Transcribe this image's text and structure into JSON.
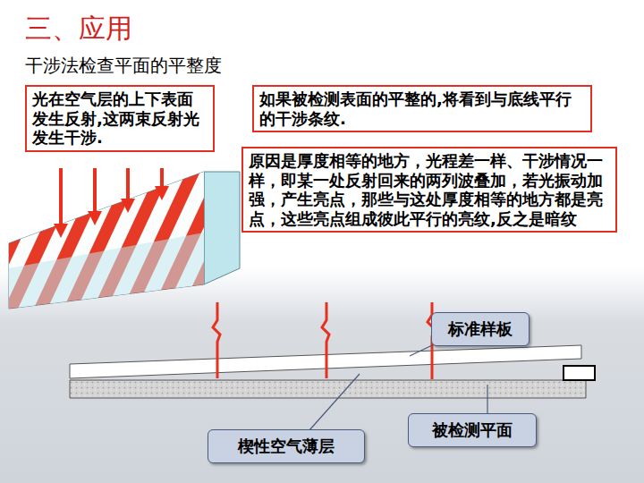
{
  "diagram": {
    "title": "三、应用",
    "nodes": [
      {
        "text": [
          "光在空气层的上下表面发生反射,这两束反射光发生干涉."
        ]
      },
      {
        "text": [
          "如果被检测表面的平整的,将看到与底线平行的干涉条纹."
        ]
      },
      {
        "text": [
          "原因是厚度相等的地方，光程差一样、干涉情况一样，即某一处反射回来的两列波叠加，若光振动加强，产生亮点，那些与这处厚度相等的地方都是亮点，这些亮点组成彼此平行的亮纹,反之是暗纹"
        ]
      },
      {
        "text": [
          "标准样板"
        ]
      },
      {
        "text": [
          "被检测平面"
        ]
      },
      {
        "text": [
          "楔性空气薄层"
        ]
      }
    ],
    "labels": [
      "干涉法检查平面的平整度"
    ]
  }
}
